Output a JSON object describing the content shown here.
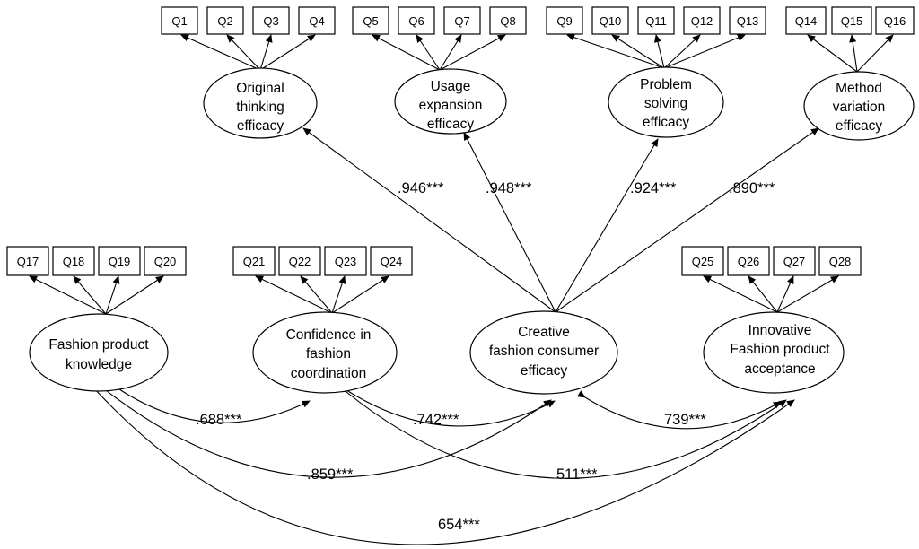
{
  "items": {
    "q1": "Q1",
    "q2": "Q2",
    "q3": "Q3",
    "q4": "Q4",
    "q5": "Q5",
    "q6": "Q6",
    "q7": "Q7",
    "q8": "Q8",
    "q9": "Q9",
    "q10": "Q10",
    "q11": "Q11",
    "q12": "Q12",
    "q13": "Q13",
    "q14": "Q14",
    "q15": "Q15",
    "q16": "Q16",
    "q17": "Q17",
    "q18": "Q18",
    "q19": "Q19",
    "q20": "Q20",
    "q21": "Q21",
    "q22": "Q22",
    "q23": "Q23",
    "q24": "Q24",
    "q25": "Q25",
    "q26": "Q26",
    "q27": "Q27",
    "q28": "Q28"
  },
  "latents": {
    "original": [
      "Original",
      "thinking",
      "efficacy"
    ],
    "usage": [
      "Usage",
      "expansion",
      "efficacy"
    ],
    "problem": [
      "Problem",
      "solving",
      "efficacy"
    ],
    "method": [
      "Method",
      "variation",
      "efficacy"
    ],
    "knowledge": [
      "Fashion product",
      "knowledge"
    ],
    "confidence": [
      "Confidence in",
      "fashion",
      "coordination"
    ],
    "creative": [
      "Creative",
      "fashion consumer",
      "efficacy"
    ],
    "innovative": [
      "Innovative",
      "Fashion product",
      "acceptance"
    ]
  },
  "coefficients": {
    "original": ".946***",
    "usage": ".948***",
    "problem": ".924***",
    "method": ".890***",
    "knowledge_confidence": ".688***",
    "confidence_creative": ".742***",
    "creative_innovative": "739***",
    "knowledge_creative": ".859***",
    "confidence_innovative": "511***",
    "knowledge_innovative": "654***"
  }
}
